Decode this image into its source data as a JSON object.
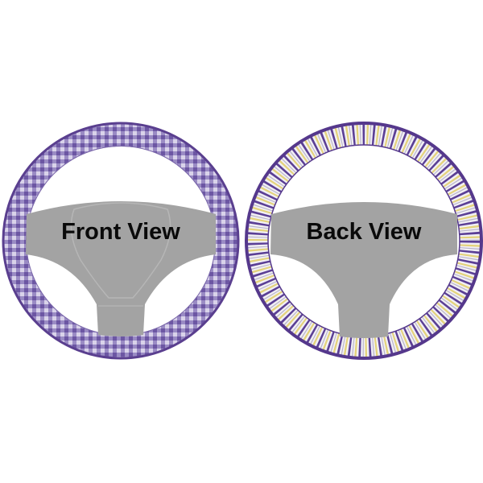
{
  "views": [
    {
      "id": "front",
      "label": "Front View",
      "pattern": "gingham",
      "colors": {
        "ring_border": "#5a3f8f",
        "check_dark": "#6c56a3",
        "check_mid": "#9a8bc4",
        "check_light": "#d9d3ea",
        "hub": "#a3a3a3"
      }
    },
    {
      "id": "back",
      "label": "Back View",
      "pattern": "stripes",
      "colors": {
        "ring_border": "#55388c",
        "stripe_purple": "#5b3f95",
        "stripe_yellow": "#e4d37a",
        "stripe_white": "#f1eff5",
        "stripe_gray": "#b9b4c9",
        "hub": "#a3a3a3"
      }
    }
  ]
}
